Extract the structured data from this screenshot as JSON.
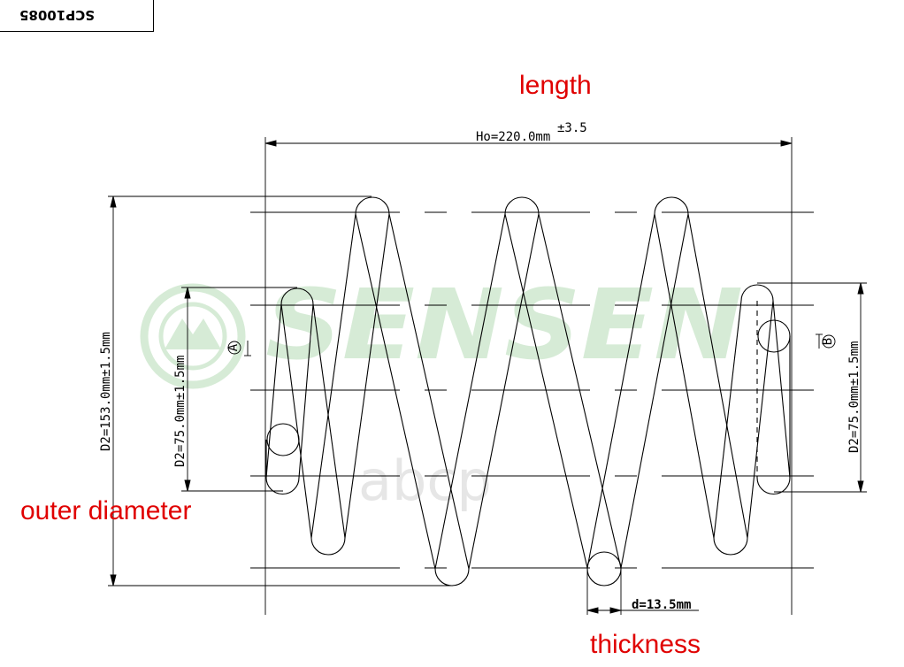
{
  "part_number": "SCP10085",
  "annotations": {
    "length": "length",
    "outer_diameter": "outer diameter",
    "thickness": "thickness"
  },
  "dimensions": {
    "free_length": "Ho=220.0mm",
    "free_length_tolerance": "±3.5",
    "outer_diameter": "D2=153.0mm±1.5mm",
    "end_diameter_a": "D2=75.0mm±1.5mm",
    "end_diameter_b": "D2=75.0mm±1.5mm",
    "wire_thickness": "d=13.5mm",
    "datum_a": "A",
    "datum_b": "B"
  },
  "watermarks": {
    "brand": "SENSEN",
    "site": "abcp"
  },
  "colors": {
    "annotation": "#e00000",
    "watermark_brand": "#cfe8cf",
    "watermark_site": "#e6e6e6",
    "lines": "#000000"
  }
}
